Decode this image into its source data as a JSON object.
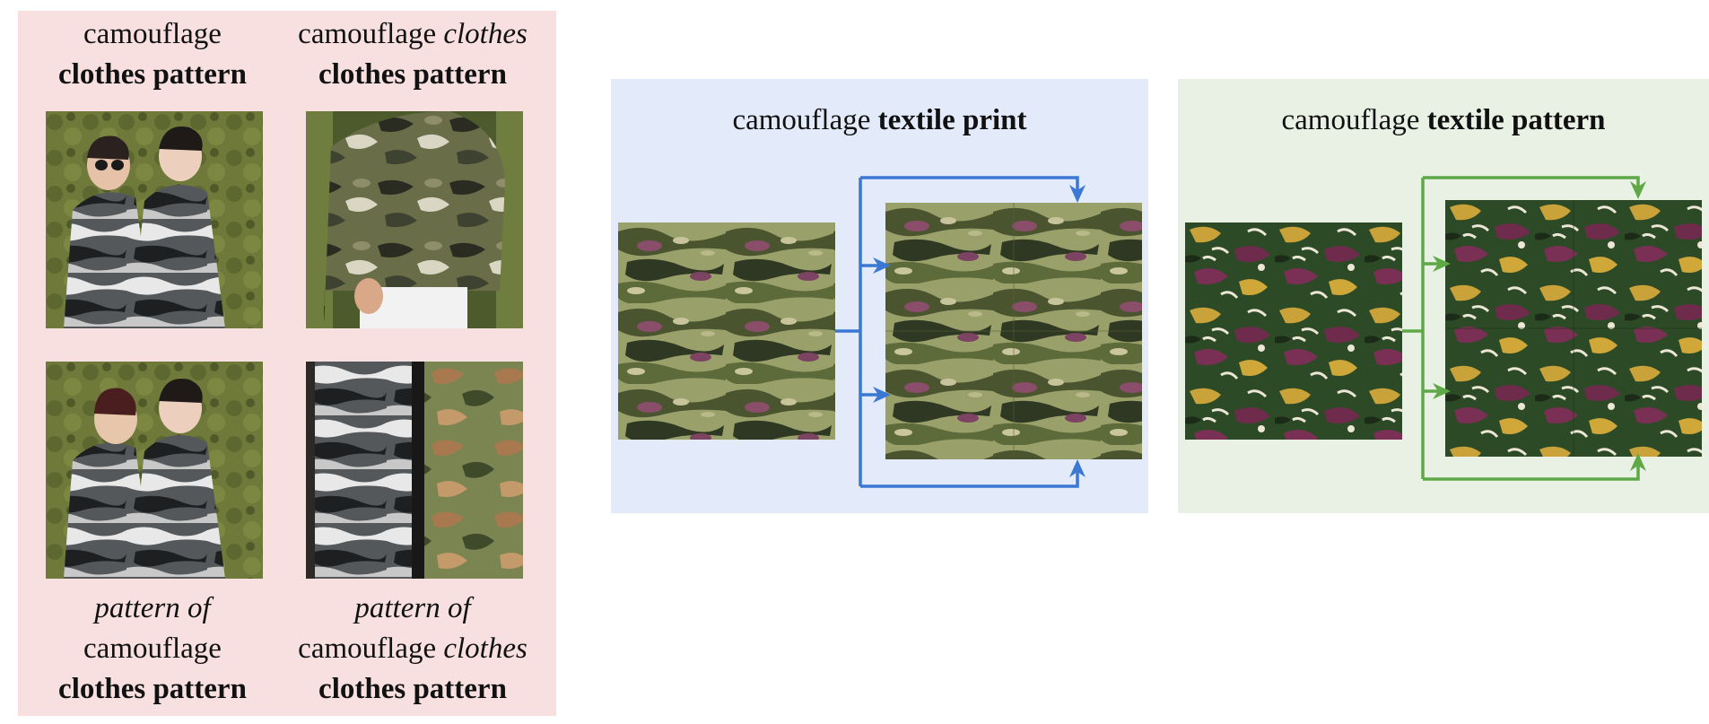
{
  "prompt_grid": {
    "top_left": {
      "line1": "camouflage",
      "line2": "clothes pattern"
    },
    "top_right": {
      "line1_plain": "camouflage ",
      "line1_italic": "clothes",
      "line2": "clothes pattern"
    },
    "bottom_left": {
      "line1": "pattern of",
      "line2": "camouflage",
      "line3": "clothes pattern"
    },
    "bottom_right": {
      "line1": "pattern of",
      "line2_plain": "camouflage ",
      "line2_italic": "clothes",
      "line3": "clothes pattern"
    }
  },
  "textile_print": {
    "title_plain": "camouflage ",
    "title_bold": "textile print",
    "arrow_color": "#3a78d4"
  },
  "textile_pattern": {
    "title_plain": "camouflage ",
    "title_bold": "textile pattern",
    "arrow_color": "#5ea846"
  },
  "colors": {
    "prompt_panel": "#f8e0e0",
    "print_panel": "#e3eaf9",
    "pattern_panel": "#e9f1e4"
  }
}
